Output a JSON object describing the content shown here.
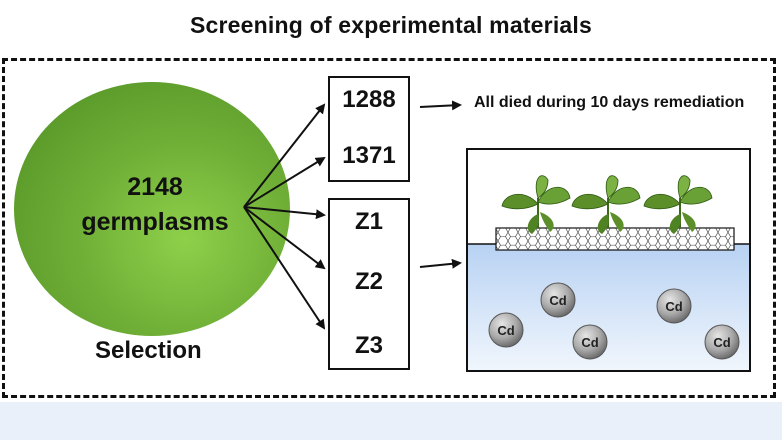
{
  "title": "Screening of experimental materials",
  "source": {
    "line1": "2148",
    "line2": "germplasms",
    "caption": "Selection",
    "color": "#6fae36"
  },
  "groups": {
    "discarded": [
      "1288",
      "1371"
    ],
    "selected": [
      "Z1",
      "Z2",
      "Z3"
    ]
  },
  "outcome_note": "All died during 10 days remediation",
  "tank": {
    "ion_label": "Cd",
    "water_color": "#c6dbf7"
  }
}
